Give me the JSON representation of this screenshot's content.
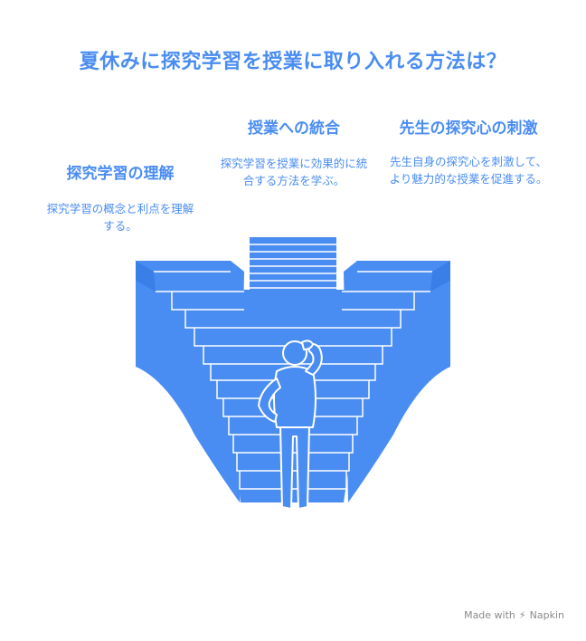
{
  "title": "夏休みに探究学習を授業に取り入れる方法は？",
  "columns": [
    {
      "heading": "探究学習の理解",
      "body": "探究学習の概念と利点を理解する。"
    },
    {
      "heading": "授業への統合",
      "body": "探究学習を授業に効果的に統合する方法を学ぶ。"
    },
    {
      "heading": "先生の探究心の刺激",
      "body": "先生自身の探究心を刺激して、より魅力的な授業を促進する。"
    }
  ],
  "footer": {
    "made_with": "Made with",
    "brand": "Napkin",
    "icon": "napkin-logo-icon"
  },
  "colors": {
    "accent": "#4a8df2",
    "stair_fill": "#4a8df2",
    "stair_line": "#ffffff",
    "footer": "#8a8a8a"
  }
}
